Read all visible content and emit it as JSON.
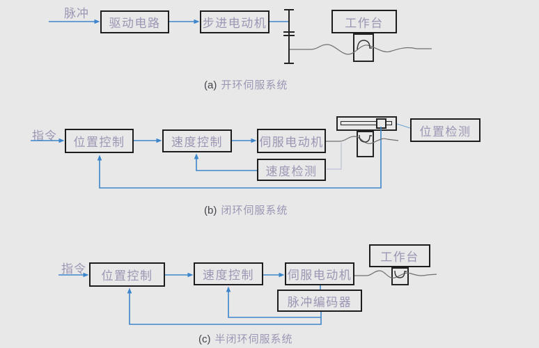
{
  "colors": {
    "background": "#e8e8e8",
    "wire_blue": "#3d85cb",
    "box_border": "#1c1c1c",
    "box_label_text": "#9c95b3",
    "caption_prefix_text": "#43434b",
    "mechanical_line": "#222222",
    "leadscrew_line": "#6f6f6f"
  },
  "diagrams": {
    "a": {
      "input_label": "脉冲",
      "boxes": {
        "drive": "驱动电路",
        "stepper": "步进电动机",
        "worktable": "工作台"
      },
      "caption_prefix": "(a)",
      "caption": "开环伺服系统"
    },
    "b": {
      "input_label": "指令",
      "boxes": {
        "position_ctrl": "位置控制",
        "speed_ctrl": "速度控制",
        "servo_motor": "伺服电动机",
        "speed_detect": "速度检测",
        "position_detect": "位置检测"
      },
      "caption_prefix": "(b)",
      "caption": "闭环伺服系统"
    },
    "c": {
      "input_label": "指令",
      "boxes": {
        "position_ctrl": "位置控制",
        "speed_ctrl": "速度控制",
        "servo_motor": "伺服电动机",
        "pulse_encoder": "脉冲编码器",
        "worktable": "工作台"
      },
      "caption_prefix": "(c)",
      "caption": "半闭环伺服系统"
    }
  }
}
